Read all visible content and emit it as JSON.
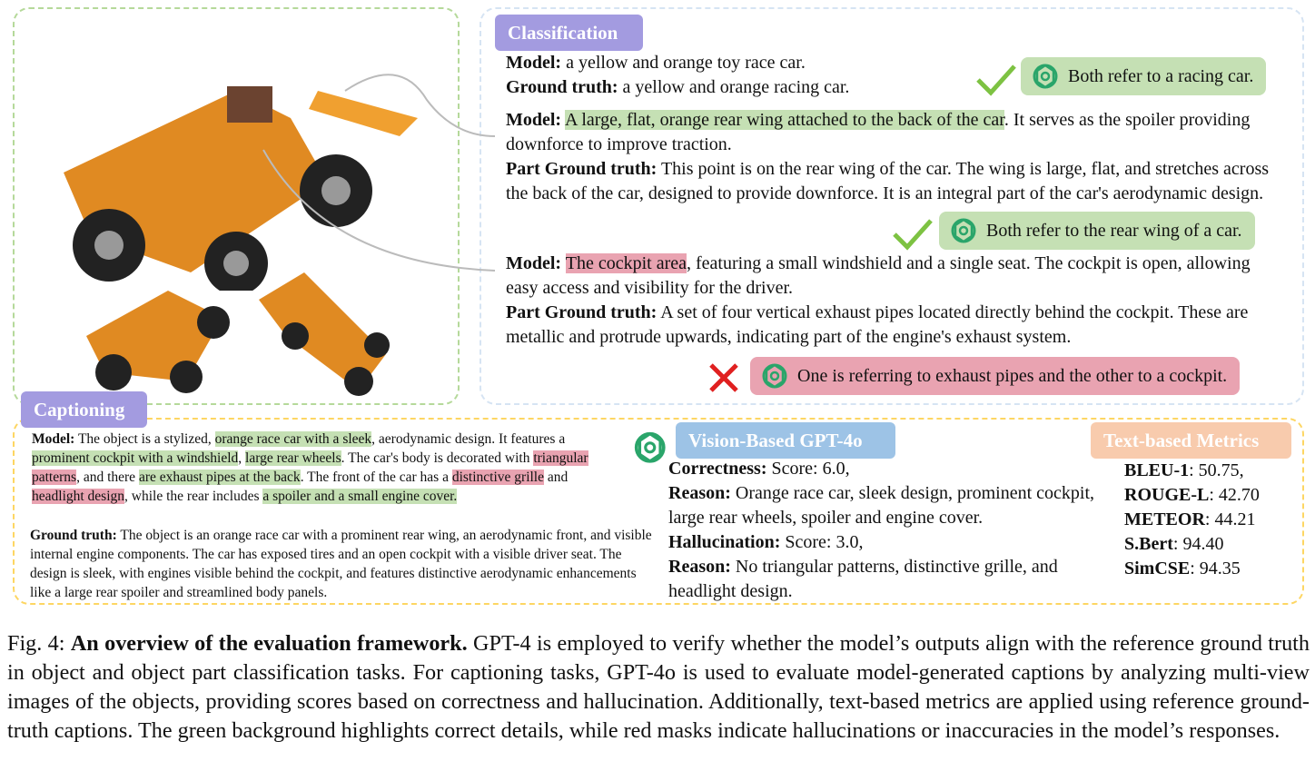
{
  "classification": {
    "tag": "Classification",
    "item1": {
      "model_label": "Model:",
      "model_text": " a yellow and orange toy race car.",
      "gt_label": "Ground truth:",
      "gt_text": " a yellow and orange racing car.",
      "verdict": "Both refer to a racing car."
    },
    "item2": {
      "model_label": "Model:",
      "model_hl": "A large, flat, orange rear wing attached to the back of the car",
      "model_rest": ". It serves as the spoiler providing downforce to improve traction.",
      "gt_label": "Part Ground truth:",
      "gt_text": " This point is on the rear wing of the car. The wing is large, flat, and stretches across the back of the car, designed to provide downforce. It is an integral part of the car's aerodynamic design.",
      "verdict": "Both refer to the rear wing of a car."
    },
    "item3": {
      "model_label": "Model:",
      "model_hl": "The cockpit area",
      "model_rest": ", featuring a small windshield and a single seat. The cockpit is open, allowing easy access and visibility for the driver.",
      "gt_label": "Part Ground truth:",
      "gt_text": " A set of four vertical exhaust pipes located directly behind the cockpit. These are metallic and protrude upwards, indicating part of the engine's exhaust system.",
      "verdict": "One is referring to exhaust pipes and the other to a cockpit."
    }
  },
  "captioning": {
    "tag": "Captioning",
    "model_label": "Model:",
    "segments": [
      {
        "t": " The object is a stylized, ",
        "h": ""
      },
      {
        "t": "orange race car with a sleek",
        "h": "g"
      },
      {
        "t": ", aerodynamic design. It features a ",
        "h": ""
      },
      {
        "t": "prominent cockpit with a windshield",
        "h": "g"
      },
      {
        "t": ", ",
        "h": ""
      },
      {
        "t": "large rear wheels",
        "h": "g"
      },
      {
        "t": ". The car's body is decorated with ",
        "h": ""
      },
      {
        "t": "triangular patterns",
        "h": "r"
      },
      {
        "t": ", and there ",
        "h": ""
      },
      {
        "t": "are exhaust pipes at the back",
        "h": "g"
      },
      {
        "t": ". The front of the car has a ",
        "h": ""
      },
      {
        "t": "distinctive grille",
        "h": "r"
      },
      {
        "t": " and ",
        "h": ""
      },
      {
        "t": "headlight design",
        "h": "r"
      },
      {
        "t": ", while the rear includes ",
        "h": ""
      },
      {
        "t": "a spoiler and a small engine cover.",
        "h": "g"
      }
    ],
    "gt_label": "Ground truth:",
    "gt_text": " The object is an orange race car with a prominent rear wing, an aerodynamic front, and visible internal engine components. The car has exposed tires and an open cockpit with a visible driver seat. The design is sleek, with engines visible behind the cockpit, and features distinctive aerodynamic enhancements like a large rear spoiler and streamlined body panels."
  },
  "vision": {
    "tag": "Vision-Based GPT-4o",
    "correctness_label": "Correctness:",
    "correctness": " Score: 6.0,",
    "reason1_label": "Reason:",
    "reason1": " Orange race car, sleek design, prominent cockpit, large rear wheels, spoiler and engine cover.",
    "hallucination_label": "Hallucination:",
    "hallucination": " Score: 3.0,",
    "reason2_label": "Reason:",
    "reason2": " No triangular patterns, distinctive grille, and headlight design."
  },
  "metrics": {
    "tag": "Text-based Metrics",
    "items": [
      {
        "k": "BLEU-1",
        "v": ": 50.75,"
      },
      {
        "k": "ROUGE-L",
        "v": ": 42.70"
      },
      {
        "k": "METEOR",
        "v": ": 44.21"
      },
      {
        "k": "S.Bert",
        "v": ": 94.40"
      },
      {
        "k": "SimCSE",
        "v": ": 94.35"
      }
    ]
  },
  "figure_caption": {
    "label": "Fig. 4:",
    "title": "An overview of the evaluation framework.",
    "text": " GPT-4 is employed to verify whether the model’s outputs align with the reference ground truth in object and object part classification tasks. For captioning tasks, GPT-4o is used to evaluate model-generated captions by analyzing multi-view images of the objects, providing scores based on correctness and hallucination. Additionally, text-based metrics are applied using reference ground-truth captions. The green background highlights correct details, while red masks indicate hallucinations or inaccuracies in the model’s responses."
  },
  "colors": {
    "green": "#c5e0b4",
    "red": "#e9a3b1",
    "purple": "#a39be0",
    "blue": "#9dc3e6",
    "orange": "#f8cbad"
  }
}
